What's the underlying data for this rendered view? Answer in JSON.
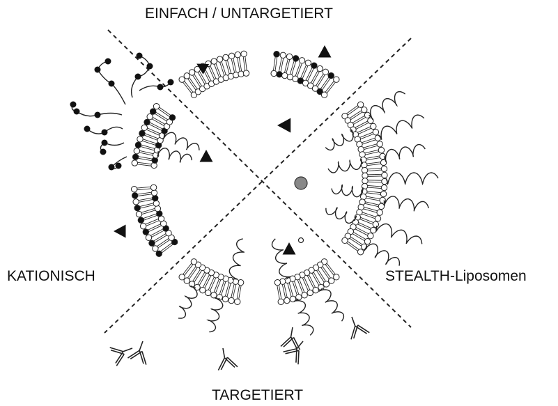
{
  "diagram": {
    "labels": {
      "top": "EINFACH / UNTARGETIERT",
      "left": "KATIONISCH",
      "right": "STEALTH-Liposomen",
      "bottom": "TARGETIERT"
    }
  }
}
